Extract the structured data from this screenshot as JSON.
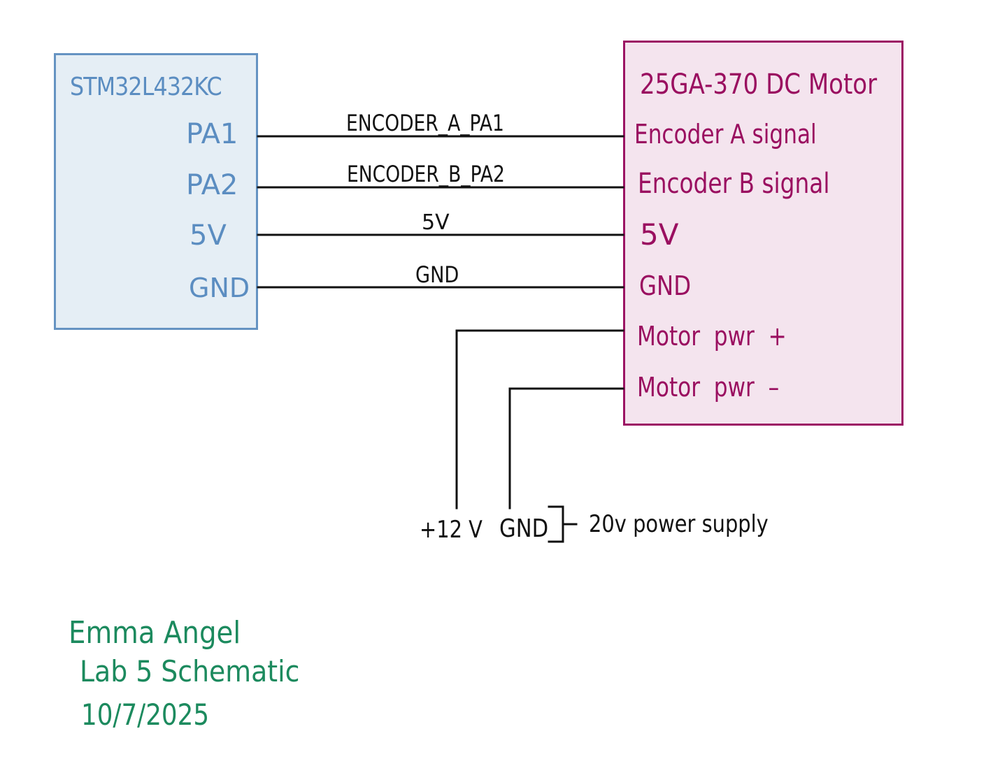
{
  "colors": {
    "mcu": "#5b8dc1",
    "motor": "#9a0f60",
    "wire": "#111111",
    "signature": "#1c8a5e"
  },
  "mcu": {
    "name": "STM32L432KC",
    "pins": [
      "PA1",
      "PA2",
      "5V",
      "GND"
    ]
  },
  "motor": {
    "name": "25GA-370 DC Motor",
    "pins": [
      "Encoder A signal",
      "Encoder B signal",
      "5V",
      "GND",
      "Motor pwr +",
      "Motor pwr –"
    ]
  },
  "wires": {
    "labels": [
      "ENCODER_A_PA1",
      "ENCODER_B_PA2",
      "5V",
      "GND"
    ]
  },
  "supply": {
    "plus": "+12 V",
    "gnd": "GND",
    "label": "20v power supply"
  },
  "signature": {
    "name": "Emma Angel",
    "title": "Lab 5 Schematic",
    "date": "10/7/2025"
  }
}
